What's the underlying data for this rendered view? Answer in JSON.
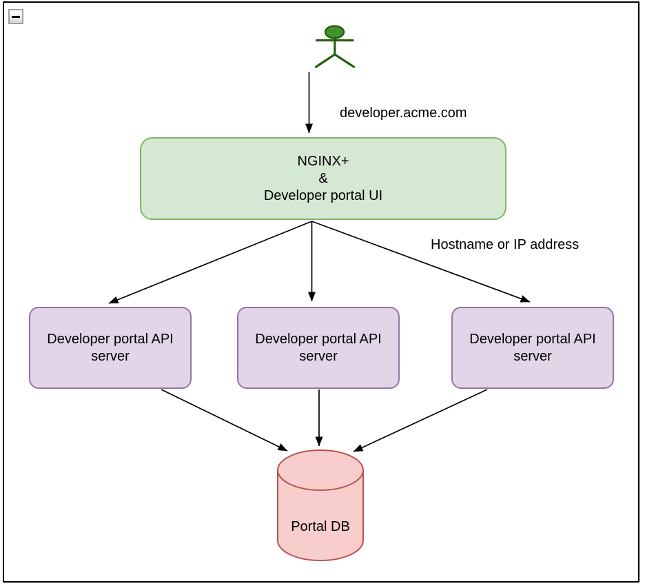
{
  "controls": {
    "collapse_button": {
      "icon": "minus-icon",
      "state": "expanded"
    }
  },
  "colors": {
    "background": "#ffffff",
    "frame_border": "#000000",
    "text": "#000000",
    "arrow": "#000000",
    "green_fill": "#d5e8d4",
    "green_stroke": "#82b366",
    "purple_fill": "#e1d5e7",
    "purple_stroke": "#9673a6",
    "red_fill": "#f8cecc",
    "red_stroke": "#b85450",
    "actor_fill": "#43932b",
    "actor_stroke": "#235f10",
    "collapse_border": "#98a1ae"
  },
  "nodes": {
    "actor": {
      "shape": "stick-figure-user"
    },
    "gateway": {
      "lines": [
        "NGINX+",
        "&",
        "Developer portal UI"
      ]
    },
    "api_server_1": {
      "lines": [
        "Developer portal API",
        "server"
      ]
    },
    "api_server_2": {
      "lines": [
        "Developer portal API",
        "server"
      ]
    },
    "api_server_3": {
      "lines": [
        "Developer portal API",
        "server"
      ]
    },
    "database": {
      "shape": "cylinder",
      "label": "Portal DB"
    }
  },
  "edges": {
    "user_request": {
      "label": "developer.acme.com"
    },
    "load_balancing": {
      "label": "Hostname or IP address"
    }
  }
}
